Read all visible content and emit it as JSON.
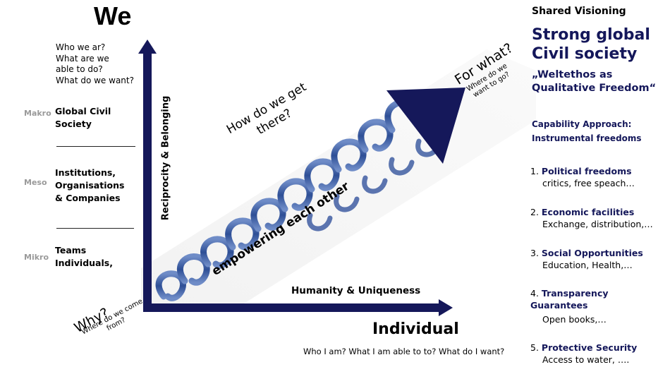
{
  "top_left": {
    "we": "We",
    "questions": [
      "Who we ar?",
      "What are we",
      "able to do?",
      "What do we want?"
    ]
  },
  "levels": [
    {
      "tag": "Makro",
      "label_lines": [
        "Global Civil",
        "Society"
      ]
    },
    {
      "tag": "Meso",
      "label_lines": [
        "Institutions,",
        "Organisations",
        "& Companies"
      ]
    },
    {
      "tag": "Mikro",
      "label_lines": [
        "Teams",
        "Individuals,"
      ]
    }
  ],
  "axes": {
    "vertical": "Reciprocity & Belonging",
    "horizontal": "Humanity & Uniqueness",
    "individual": "Individual",
    "bottom_questions": "Who I am?  What I am able to to?  What do I want?"
  },
  "diagonal": {
    "why": "Why?",
    "why_sub": "Where do we come from?",
    "how": "How do we get there?",
    "empowering": "empowering each other",
    "for_what": "For what?",
    "for_what_sub": "Where do we want to go?"
  },
  "right": {
    "heading": "Shared Visioning",
    "title_lines": [
      "Strong global",
      "Civil society"
    ],
    "subtitle_lines": [
      "„Weltethos as",
      "Qualitative Freedom“"
    ],
    "approach_lines": [
      "Capability Approach:",
      "Instrumental freedoms"
    ],
    "items": [
      {
        "num": "1.",
        "title": "Political freedoms",
        "desc": "critics, free speach…"
      },
      {
        "num": "2.",
        "title": "Economic facilities",
        "desc": "Exchange, distribution,…"
      },
      {
        "num": "3.",
        "title": "Social Opportunities",
        "desc": "Education, Health,…"
      },
      {
        "num": "4.",
        "title": "Transparency Guarantees",
        "desc": "Open books,…"
      },
      {
        "num": "5.",
        "title": "Protective Security",
        "desc": "Access to water, …."
      }
    ]
  },
  "colors": {
    "navy": "#15185a",
    "spiral": "#3a5a9c",
    "gray_tag": "#9a9a9a"
  }
}
